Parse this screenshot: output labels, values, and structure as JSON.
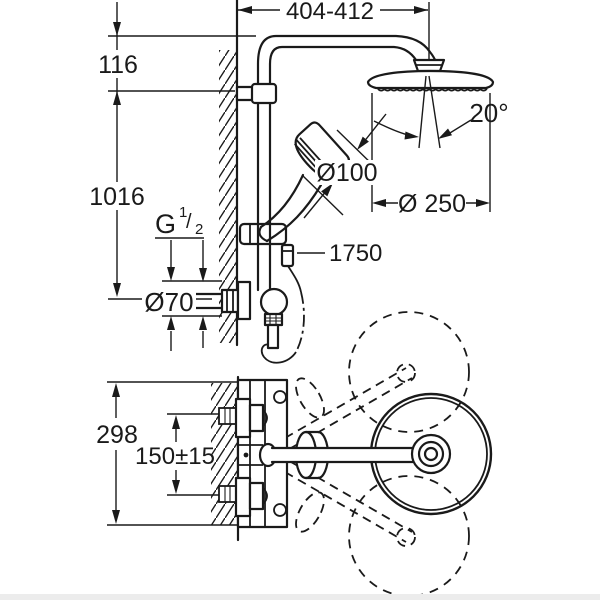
{
  "drawing": {
    "description": "shower-system-technical-dimension-drawing",
    "dims": {
      "arm_reach": "404-412",
      "head_offset": "116",
      "rail_height": "1016",
      "thread_g": "G",
      "thread_num": "1",
      "thread_slash": "/",
      "thread_den": "2",
      "flange_d": "Ø70",
      "hand_d": "Ø100",
      "hose_len": "1750",
      "spray_angle": "20°",
      "head_d": "Ø 250",
      "body_h": "298",
      "conn_space": "150±15"
    },
    "colors": {
      "line": "#1a1a1a",
      "background": "#ffffff"
    }
  }
}
